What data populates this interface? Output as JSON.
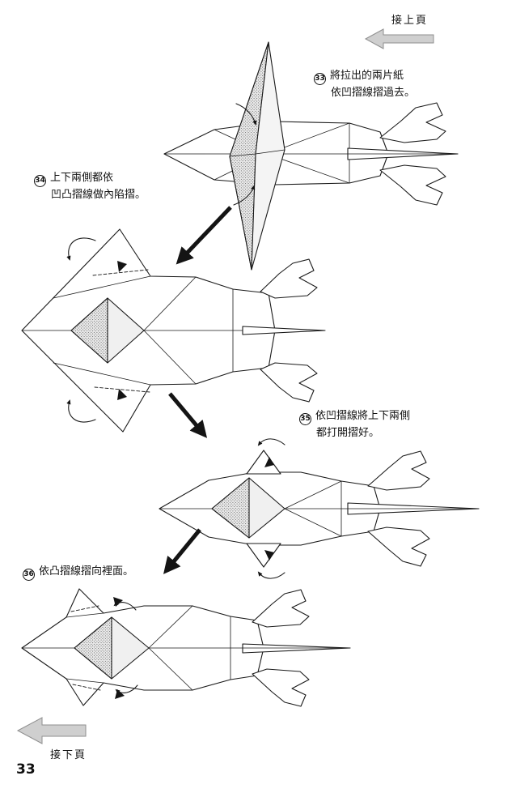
{
  "page": {
    "number": "33",
    "nav_top": "接上頁",
    "nav_bottom": "接下頁"
  },
  "steps": [
    {
      "num": "33",
      "lines": [
        "將拉出的兩片紙",
        "依凹摺線摺過去。"
      ]
    },
    {
      "num": "34",
      "lines": [
        "上下兩側都依",
        "凹凸摺線做內陷摺。"
      ]
    },
    {
      "num": "35",
      "lines": [
        "依凹摺線將上下兩側",
        "都打開摺好。"
      ]
    },
    {
      "num": "36",
      "lines": [
        "依凸摺線摺向裡面。"
      ]
    }
  ],
  "icons": {
    "prev_arrow": "gray-left-block-arrow",
    "next_arrow": "gray-left-block-arrow",
    "step_arrow": "solid-black-arrow"
  },
  "colors": {
    "ink": "#1a1a1a",
    "paper": "#ffffff",
    "nav_arrow_fill": "#cfcfcf"
  }
}
